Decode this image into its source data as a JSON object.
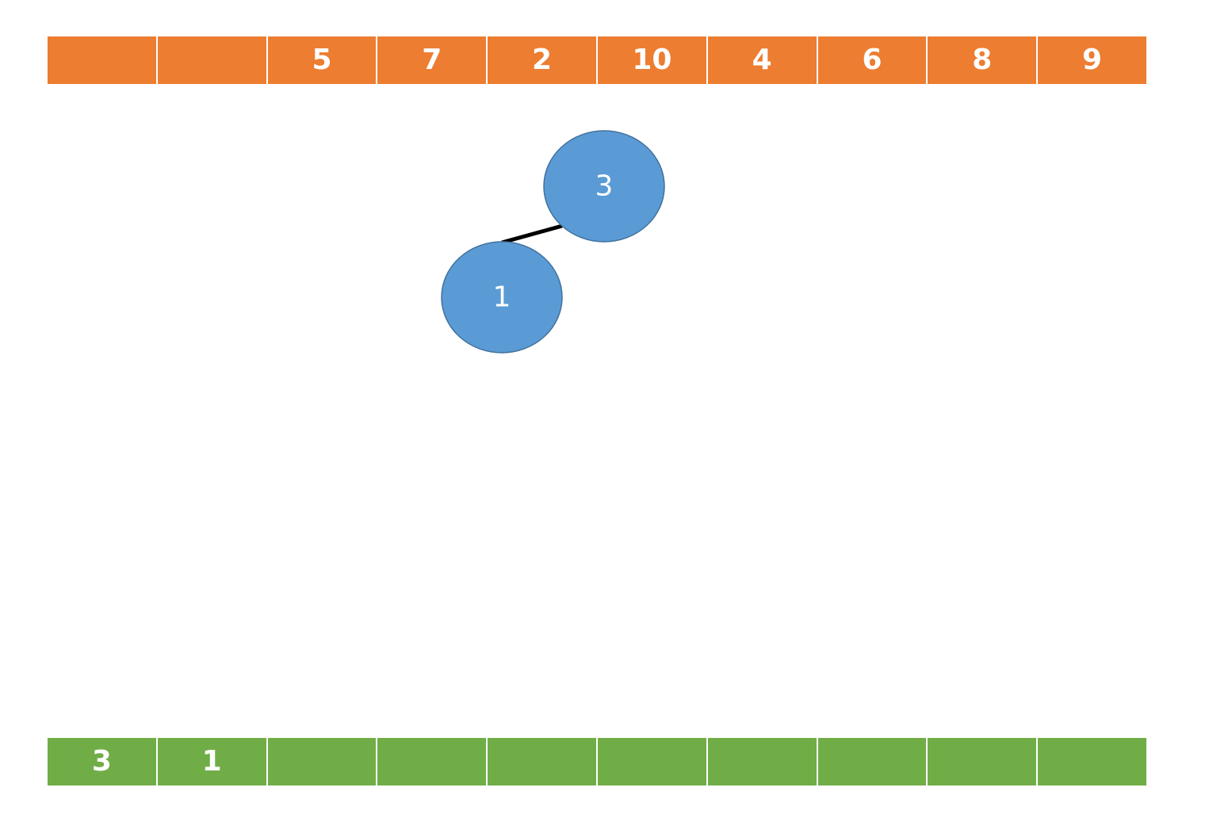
{
  "top_array": {
    "color": "#ed7d31",
    "cells": [
      "",
      "",
      "5",
      "7",
      "2",
      "10",
      "4",
      "6",
      "8",
      "9"
    ]
  },
  "bottom_array": {
    "color": "#70ad47",
    "cells": [
      "3",
      "1",
      "",
      "",
      "",
      "",
      "",
      "",
      "",
      ""
    ]
  },
  "tree": {
    "node_color": "#5b9bd5",
    "nodes": [
      {
        "id": "root",
        "label": "3"
      },
      {
        "id": "left-child",
        "label": "1"
      }
    ],
    "edges": [
      {
        "from": "root",
        "to": "left-child"
      }
    ]
  }
}
